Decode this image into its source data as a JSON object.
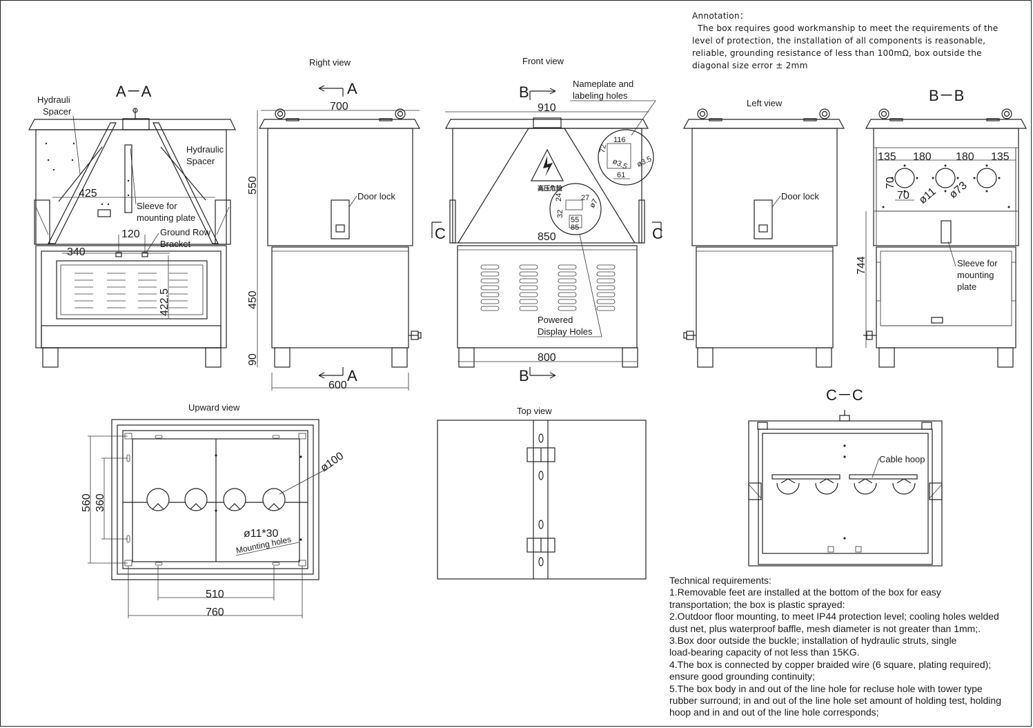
{
  "annotation": {
    "title": "Annotation：",
    "body": "The box requires good workmanship to meet the requirements of the level of protection, the installation of all components is reasonable, reliable, grounding resistance of less than 100mΩ, box outside the diagonal size error ± 2mm"
  },
  "views": {
    "aa": "A－A",
    "right": "Right view",
    "front": "Front view",
    "left": "Left view",
    "bb": "B－B",
    "upward": "Upward view",
    "top": "Top view",
    "cc": "C－C"
  },
  "section_marks": {
    "a": "A",
    "b": "B",
    "c": "C"
  },
  "labels": {
    "hydrauli_spacer_1": "Hydrauli",
    "hydrauli_spacer_2": "Spacer",
    "hydraulic_spacer_1": "Hydraulic",
    "hydraulic_spacer_2": "Spacer",
    "sleeve_1": "Sleeve for",
    "sleeve_2": "mounting plate",
    "ground_1": "Ground Row",
    "ground_2": "Bracket",
    "door_lock": "Door lock",
    "nameplate_1": "Nameplate and",
    "nameplate_2": "labeling holes",
    "powered_1": "Powered",
    "powered_2": "Display Holes",
    "hv_sign": "高压危险",
    "sleeve_bb_1": "Sleeve for",
    "sleeve_bb_2": "mounting",
    "sleeve_bb_3": "plate",
    "mounting_holes": "Mounting holes",
    "cable_hoop": "Cable hoop"
  },
  "dims": {
    "aa_425": "425",
    "aa_120": "120",
    "aa_340": "340",
    "aa_4225": "422.5",
    "r_700": "700",
    "r_550": "550",
    "r_450": "450",
    "r_90": "90",
    "r_600": "600",
    "f_910": "910",
    "f_850": "850",
    "f_800": "800",
    "np_116": "116",
    "np_72": "72",
    "np_35a": "ø3.5",
    "np_35b": "ø3.5",
    "np_61": "61",
    "pd_27": "27",
    "pd_24": "24",
    "pd_32": "32",
    "pd_7": "ø7",
    "pd_55": "55",
    "pd_85": "85",
    "bb_135a": "135",
    "bb_180a": "180",
    "bb_180b": "180",
    "bb_135b": "135",
    "bb_70a": "70",
    "bb_70b": "70",
    "bb_11": "ø11",
    "bb_73": "ø73",
    "bb_744": "744",
    "u_560": "560",
    "u_360": "360",
    "u_100": "ø100",
    "u_1130": "ø11*30",
    "u_510": "510",
    "u_760": "760"
  },
  "tech": {
    "title": "Technical requirements:",
    "lines": [
      "1.Removable feet are installed at the bottom of the box for easy",
      "transportation; the box is plastic sprayed:",
      "2.Outdoor floor mounting, to meet IP44 protection level; cooling holes welded",
      "dust net, plus waterproof baffle, mesh diameter is not greater than 1mm;.",
      "3.Box door outside the buckle; installation of hydraulic struts, single",
      "load-bearing capacity of not less than 15KG.",
      "4.The box is connected by copper braided wire (6 square, plating required);",
      "ensure good grounding continuity;",
      "5.The box body in and out of the line hole for recluse hole with tower type",
      "rubber surround; in and out of the line hole set amount of holding test, holding",
      "hoop and in and out of the line hole corresponds;"
    ]
  }
}
